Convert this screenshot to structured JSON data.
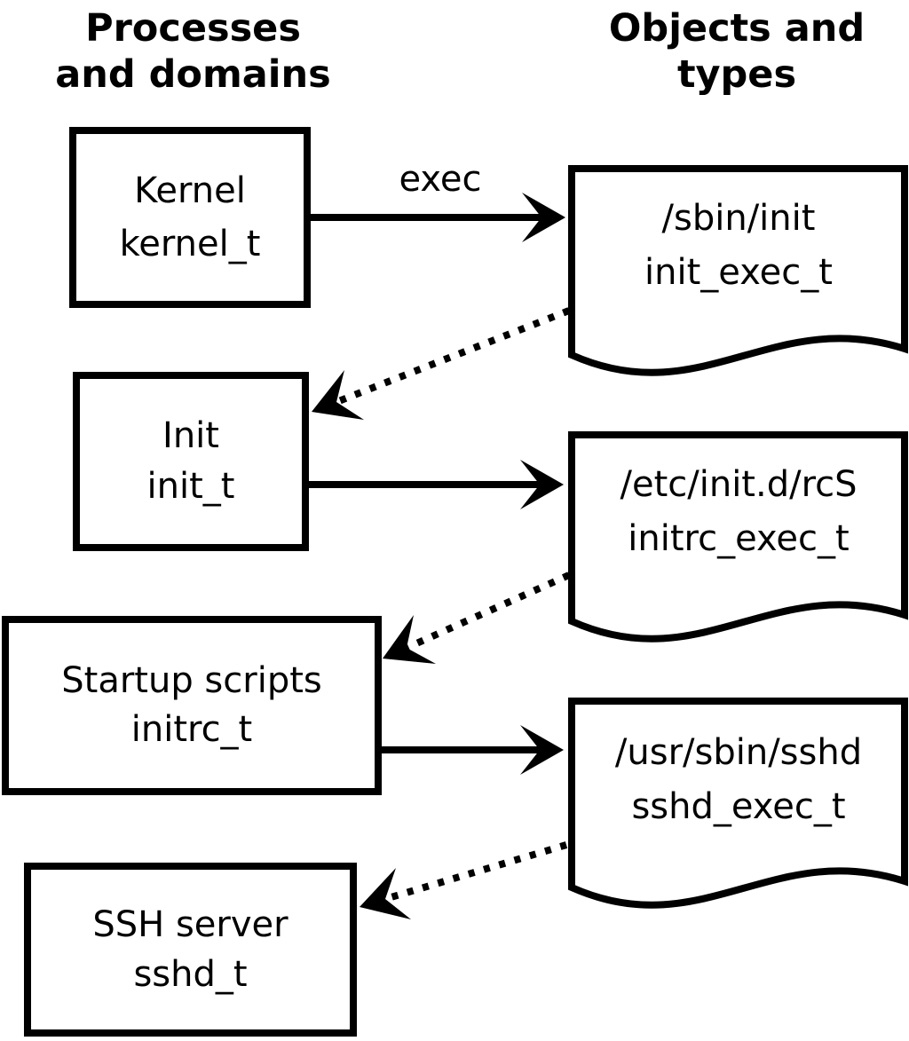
{
  "columns": {
    "left_title_line1": "Processes",
    "left_title_line2": "and domains",
    "right_title_line1": "Objects and",
    "right_title_line2": "types"
  },
  "processes": [
    {
      "name": "Kernel",
      "type": "kernel_t"
    },
    {
      "name": "Init",
      "type": "init_t"
    },
    {
      "name": "Startup scripts",
      "type": "initrc_t"
    },
    {
      "name": "SSH server",
      "type": "sshd_t"
    }
  ],
  "objects": [
    {
      "path": "/sbin/init",
      "type": "init_exec_t"
    },
    {
      "path": "/etc/init.d/rcS",
      "type": "initrc_exec_t"
    },
    {
      "path": "/usr/sbin/sshd",
      "type": "sshd_exec_t"
    }
  ],
  "edges": {
    "exec_label": "exec"
  },
  "colors": {
    "line": "#000000",
    "background": "#ffffff"
  }
}
